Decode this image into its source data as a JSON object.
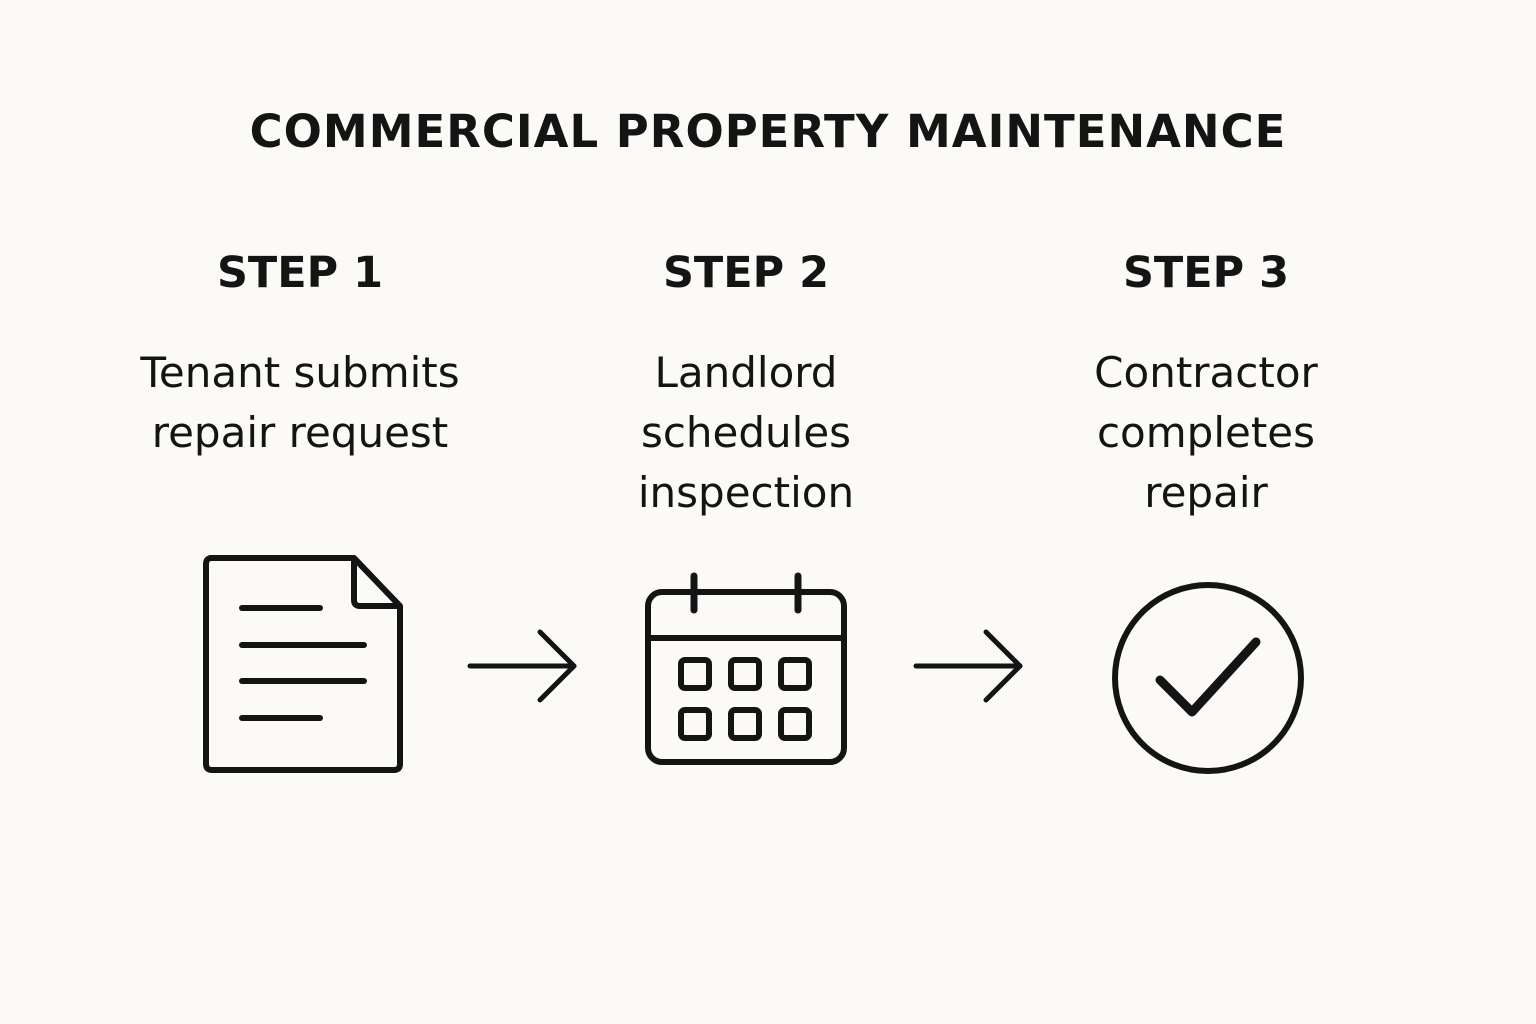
{
  "title": "COMMERCIAL PROPERTY MAINTENANCE",
  "steps": [
    {
      "label": "STEP 1",
      "description": "Tenant submits\nrepair request",
      "icon": "document-icon"
    },
    {
      "label": "STEP 2",
      "description": "Landlord\nschedules\ninspection",
      "icon": "calendar-icon"
    },
    {
      "label": "STEP 3",
      "description": "Contractor\ncompletes\nrepair",
      "icon": "check-circle-icon"
    }
  ],
  "connectors": [
    "arrow-right-icon",
    "arrow-right-icon"
  ],
  "colors": {
    "background": "#fbfaf7",
    "ink": "#141414"
  }
}
